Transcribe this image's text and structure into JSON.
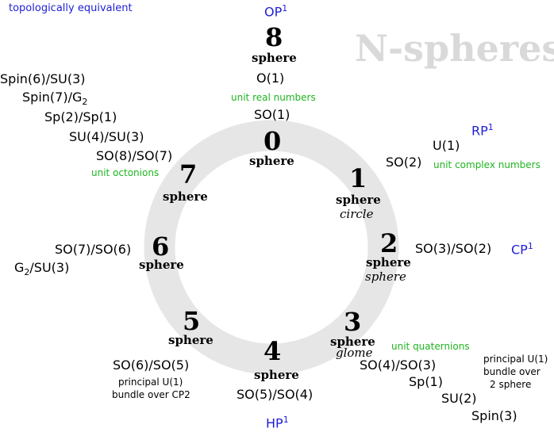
{
  "header_note": "topologically equivalent",
  "watermark": "N-spheres",
  "ring_color": "#e6e6e6",
  "colors": {
    "projective": "#1f1fd6",
    "note": "#1fb41f",
    "text": "#000000"
  },
  "spheres": [
    {
      "num": "0",
      "label": "sphere",
      "alias": ""
    },
    {
      "num": "1",
      "label": "sphere",
      "alias": "circle"
    },
    {
      "num": "2",
      "label": "sphere",
      "alias": "sphere"
    },
    {
      "num": "3",
      "label": "sphere",
      "alias": "glome"
    },
    {
      "num": "4",
      "label": "sphere",
      "alias": ""
    },
    {
      "num": "5",
      "label": "sphere",
      "alias": ""
    },
    {
      "num": "6",
      "label": "sphere",
      "alias": ""
    },
    {
      "num": "7",
      "label": "sphere",
      "alias": ""
    },
    {
      "num": "8",
      "label": "sphere",
      "alias": ""
    }
  ],
  "projective": {
    "op": {
      "name": "OP",
      "exp": "1"
    },
    "rp": {
      "name": "RP",
      "exp": "1"
    },
    "cp": {
      "name": "CP",
      "exp": "1"
    },
    "hp": {
      "name": "HP",
      "exp": "1"
    }
  },
  "notes": {
    "real": "unit real numbers",
    "complex": "unit complex numbers",
    "quaternions": "unit quaternions",
    "octonions": "unit octonions"
  },
  "groups": {
    "o1": "O(1)",
    "so1": "SO(1)",
    "u1": "U(1)",
    "so2": "SO(2)",
    "so3_so2": "SO(3)/SO(2)",
    "so4_so3": "SO(4)/SO(3)",
    "sp1": "Sp(1)",
    "su2": "SU(2)",
    "spin3": "Spin(3)",
    "so5_so4": "SO(5)/SO(4)",
    "so6_so5": "SO(6)/SO(5)",
    "so7_so6": "SO(7)/SO(6)",
    "g2_su3": {
      "base": "G",
      "sub": "2",
      "rest": "/SU(3)"
    },
    "so8_so7": "SO(8)/SO(7)",
    "su4_su3": "SU(4)/SU(3)",
    "sp2_sp1": "Sp(2)/Sp(1)",
    "spin7_g2": {
      "main": "Spin(7)/G",
      "sub": "2"
    },
    "spin6_su3": "Spin(6)/SU(3)"
  },
  "bundles": {
    "s3": [
      "principal U(1)",
      "bundle over",
      "2 sphere"
    ],
    "s5": [
      "principal U(1)",
      "bundle over CP2"
    ]
  }
}
